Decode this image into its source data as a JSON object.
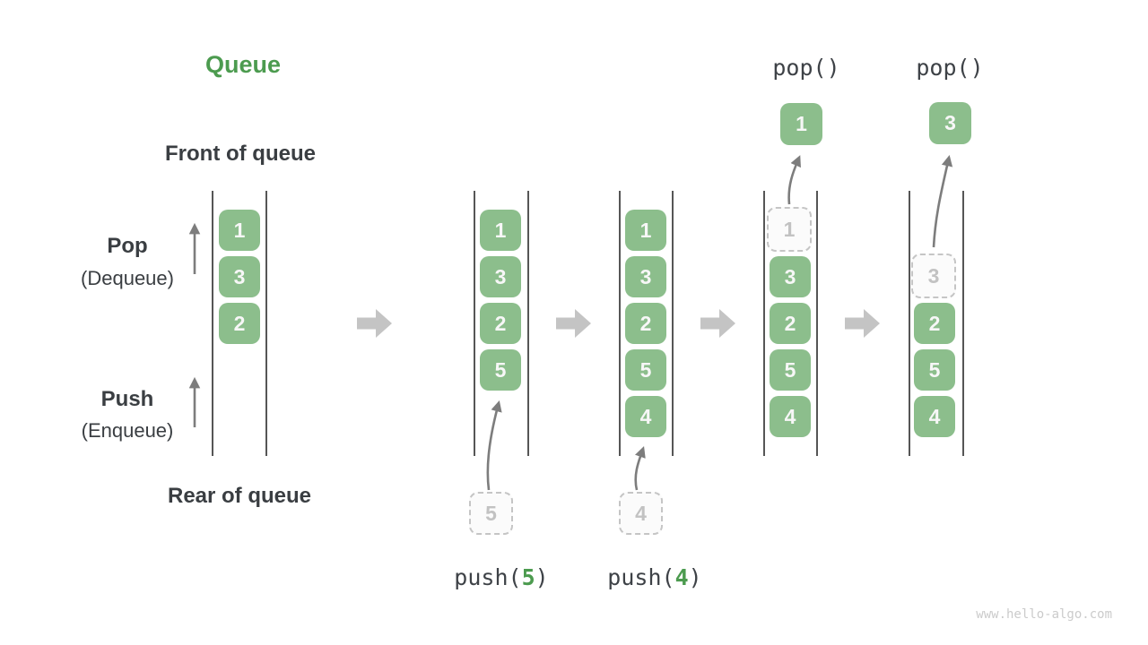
{
  "title": "Queue",
  "side_labels": {
    "front": "Front of queue",
    "rear": "Rear of queue",
    "pop": "Pop",
    "pop_sub": "(Dequeue)",
    "push": "Push",
    "push_sub": "(Enqueue)"
  },
  "operations": {
    "pop_a": "pop()",
    "pop_b": "pop()",
    "push_a_prefix": "push(",
    "push_a_arg": "5",
    "push_a_suffix": ")",
    "push_b_prefix": "push(",
    "push_b_arg": "4",
    "push_b_suffix": ")"
  },
  "queues": {
    "state1": [
      "1",
      "3",
      "2"
    ],
    "state2": [
      "1",
      "3",
      "2",
      "5"
    ],
    "state3": [
      "1",
      "3",
      "2",
      "5",
      "4"
    ],
    "state4_dashed": "1",
    "state4": [
      "3",
      "2",
      "5",
      "4"
    ],
    "state5_dashed": "3",
    "state5": [
      "2",
      "5",
      "4"
    ],
    "popped_a": "1",
    "popped_b": "3",
    "staged_push_a": "5",
    "staged_push_b": "4"
  },
  "colors": {
    "accent_green": "#4c9b4f",
    "box_green": "#8cbe8c",
    "box_text": "#f7f7f7",
    "dashed_gray": "#c5c5c5",
    "thin_arrow_gray": "#7d7d7d",
    "block_arrow_gray": "#c4c4c4",
    "rail_gray": "#565656",
    "text_dark": "#3a3e42"
  },
  "watermark": "www.hello-algo.com"
}
